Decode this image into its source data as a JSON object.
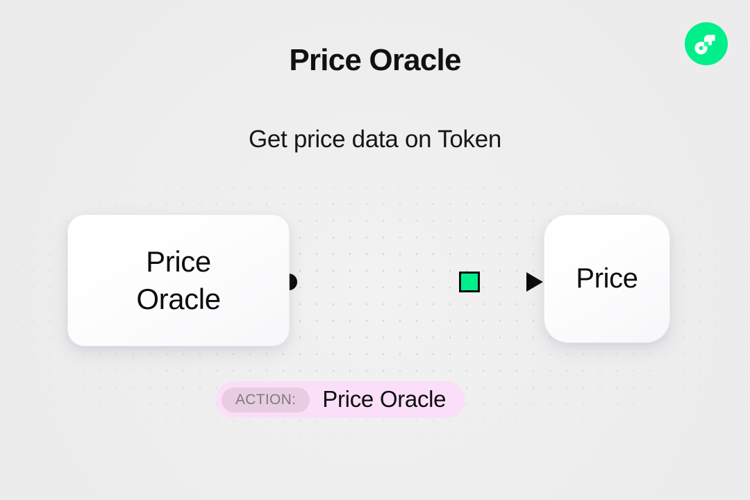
{
  "header": {
    "title": "Price Oracle",
    "subtitle": "Get price data on Token",
    "logo_name": "flow-logo-icon",
    "logo_color": "#00ef8b"
  },
  "flow": {
    "nodes": [
      {
        "id": "source",
        "label": "Price\nOracle",
        "name": "flow-node-price-oracle"
      },
      {
        "id": "target",
        "label": "Price",
        "name": "flow-node-price"
      }
    ],
    "edge": {
      "name": "flow-edge-price-oracle-to-price",
      "start_dot_color": "#0a0a0a",
      "line_color": "#0a0a0a",
      "marker_color": "#00ef8b",
      "arrow_color": "#0a0a0a"
    }
  },
  "action_badge": {
    "tag_label": "ACTION:",
    "value": "Price Oracle",
    "background": "#fbdef7",
    "tag_background": "#e8cde2",
    "tag_color": "#7e7a80"
  },
  "canvas": {
    "background": "#efefef",
    "dot_color": "#d6d6d6"
  }
}
